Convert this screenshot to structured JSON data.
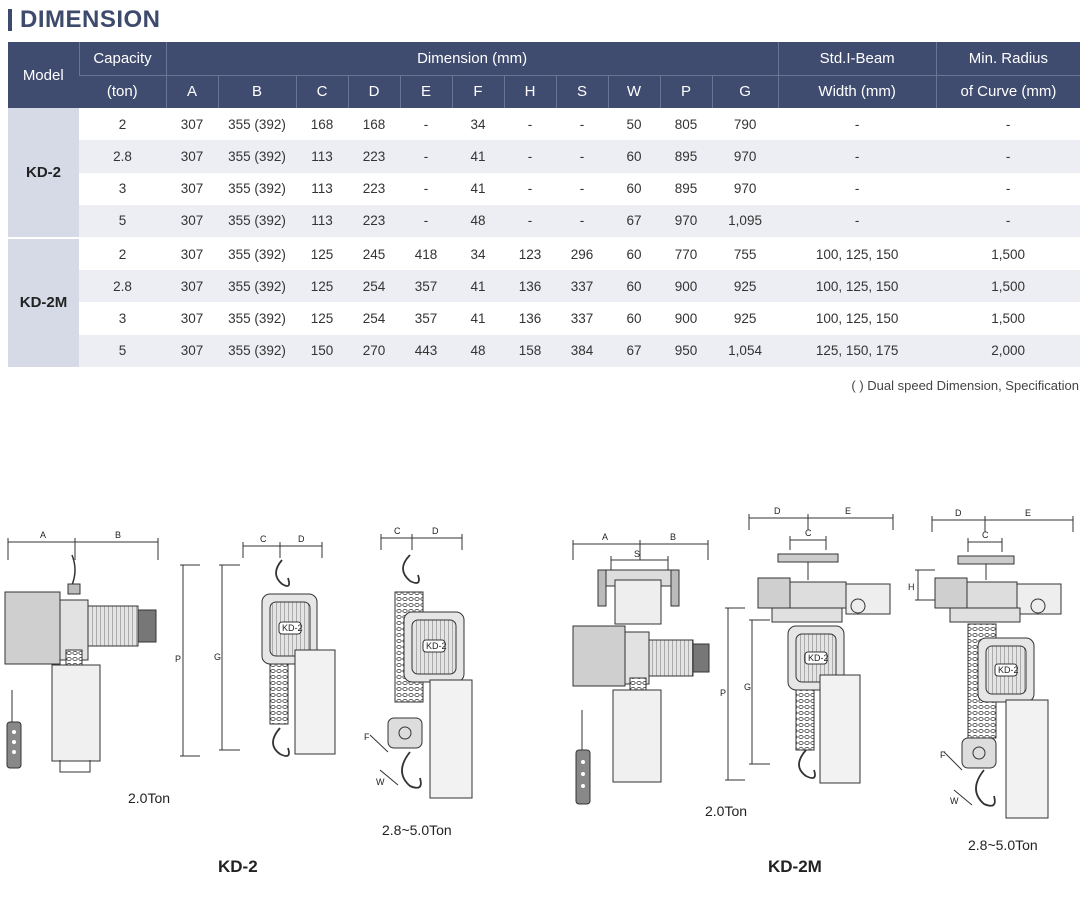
{
  "header": {
    "title": "DIMENSION"
  },
  "table": {
    "col_model": "Model",
    "col_capacity": [
      "Capacity",
      "(ton)"
    ],
    "col_dimension": "Dimension (mm)",
    "dim_cols": [
      "A",
      "B",
      "C",
      "D",
      "E",
      "F",
      "H",
      "S",
      "W",
      "P",
      "G"
    ],
    "col_beam": [
      "Std.I-Beam",
      "Width (mm)"
    ],
    "col_radius": [
      "Min. Radius",
      "of Curve (mm)"
    ],
    "groups": [
      {
        "model": "KD-2",
        "rows": [
          [
            "2",
            "307",
            "355 (392)",
            "168",
            "168",
            "-",
            "34",
            "-",
            "-",
            "50",
            "805",
            "790",
            "-",
            "-"
          ],
          [
            "2.8",
            "307",
            "355 (392)",
            "113",
            "223",
            "-",
            "41",
            "-",
            "-",
            "60",
            "895",
            "970",
            "-",
            "-"
          ],
          [
            "3",
            "307",
            "355 (392)",
            "113",
            "223",
            "-",
            "41",
            "-",
            "-",
            "60",
            "895",
            "970",
            "-",
            "-"
          ],
          [
            "5",
            "307",
            "355 (392)",
            "113",
            "223",
            "-",
            "48",
            "-",
            "-",
            "67",
            "970",
            "1,095",
            "-",
            "-"
          ]
        ]
      },
      {
        "model": "KD-2M",
        "rows": [
          [
            "2",
            "307",
            "355 (392)",
            "125",
            "245",
            "418",
            "34",
            "123",
            "296",
            "60",
            "770",
            "755",
            "100, 125, 150",
            "1,500"
          ],
          [
            "2.8",
            "307",
            "355 (392)",
            "125",
            "254",
            "357",
            "41",
            "136",
            "337",
            "60",
            "900",
            "925",
            "100, 125, 150",
            "1,500"
          ],
          [
            "3",
            "307",
            "355 (392)",
            "125",
            "254",
            "357",
            "41",
            "136",
            "337",
            "60",
            "900",
            "925",
            "100, 125, 150",
            "1,500"
          ],
          [
            "5",
            "307",
            "355 (392)",
            "150",
            "270",
            "443",
            "48",
            "158",
            "384",
            "67",
            "950",
            "1,054",
            "125, 150, 175",
            "2,000"
          ]
        ]
      }
    ],
    "note": "( ) Dual speed Dimension, Specification"
  },
  "drawings": {
    "kd2_cap_small": "2.0Ton",
    "kd2_cap_large": "2.8~5.0Ton",
    "kd2_model": "KD-2",
    "kd2m_cap_small": "2.0Ton",
    "kd2m_cap_large": "2.8~5.0Ton",
    "kd2m_model": "KD-2M",
    "dim_labels": {
      "a": "A",
      "b": "B",
      "c": "C",
      "d": "D",
      "e": "E",
      "f": "F",
      "g": "G",
      "h": "H",
      "p": "P",
      "s": "S",
      "w": "W"
    },
    "badge": "KD-2"
  }
}
